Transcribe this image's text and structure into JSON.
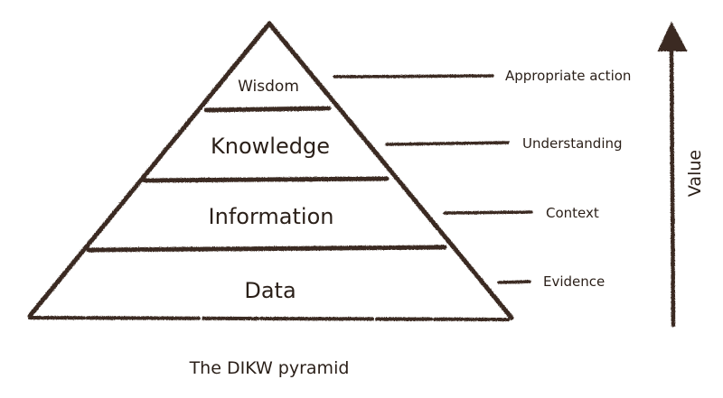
{
  "colors": {
    "ink": "#3a2c22"
  },
  "pyramid": {
    "layers": [
      {
        "label": "Wisdom"
      },
      {
        "label": "Knowledge"
      },
      {
        "label": "Information"
      },
      {
        "label": "Data"
      }
    ]
  },
  "annotations": [
    {
      "label": "Appropriate action"
    },
    {
      "label": "Understanding"
    },
    {
      "label": "Context"
    },
    {
      "label": "Evidence"
    }
  ],
  "axis": {
    "label": "Value"
  },
  "caption": "The DIKW pyramid"
}
